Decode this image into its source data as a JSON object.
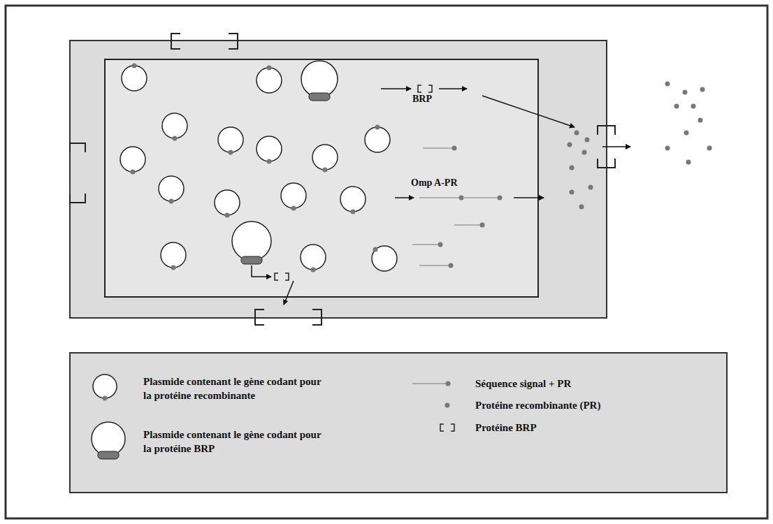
{
  "diagram": {
    "labels": [
      "BRP",
      "Omp A-PR"
    ],
    "legend": [
      {
        "text": "Plasmide contenant le gène codant pour la protéine recombinante"
      },
      {
        "text": "Plasmide contenant le gène codant pour la protéine BRP"
      },
      {
        "text": "Séquence signal + PR"
      },
      {
        "text": "Protéine recombinante (PR)"
      },
      {
        "text": "Protéine BRP"
      }
    ]
  }
}
